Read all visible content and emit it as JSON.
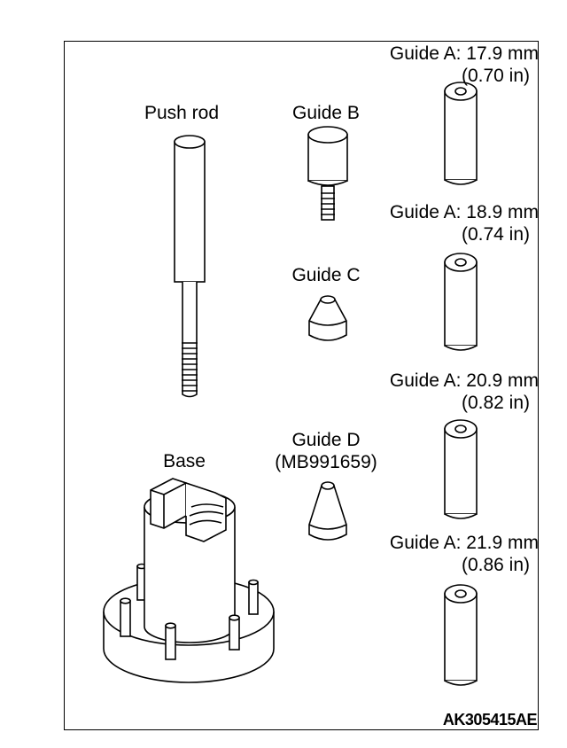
{
  "labels": {
    "push_rod": "Push rod",
    "guide_b": "Guide B",
    "guide_c": "Guide C",
    "guide_d_name": "Guide D",
    "guide_d_part": "(MB991659)",
    "base": "Base",
    "code": "AK305415AE"
  },
  "guide_a": [
    {
      "mm": "Guide A: 17.9 mm",
      "inch": "(0.70 in)"
    },
    {
      "mm": "Guide A: 18.9 mm",
      "inch": "(0.74 in)"
    },
    {
      "mm": "Guide A: 20.9 mm",
      "inch": "(0.82 in)"
    },
    {
      "mm": "Guide A: 21.9 mm",
      "inch": "(0.86 in)"
    }
  ]
}
